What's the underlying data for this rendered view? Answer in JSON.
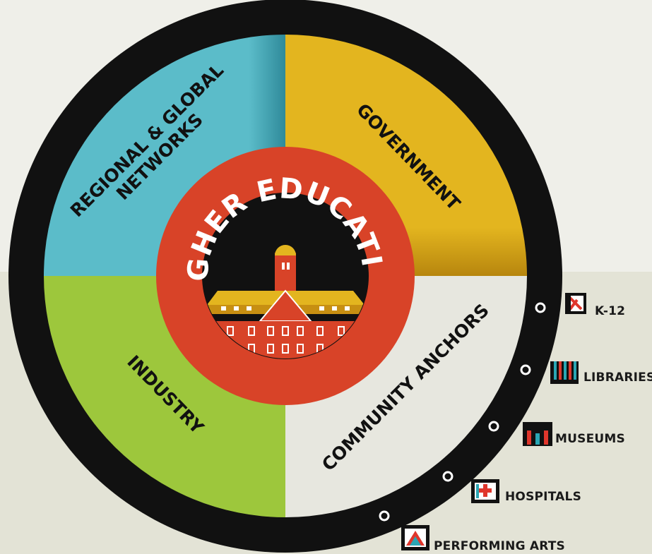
{
  "center": {
    "title": "HIGHER EDUCATION"
  },
  "quadrants": {
    "regional_networks": {
      "line1": "REGIONAL & GLOBAL",
      "line2": "NETWORKS"
    },
    "government": {
      "label": "GOVERNMENT"
    },
    "industry": {
      "label": "INDUSTRY"
    },
    "community_anchors": {
      "label": "COMMUNITY ANCHORS"
    }
  },
  "community_anchor_items": [
    {
      "label": "K-12",
      "icon": "k12-icon"
    },
    {
      "label": "LIBRARIES",
      "icon": "libraries-icon"
    },
    {
      "label": "MUSEUMS",
      "icon": "museums-icon"
    },
    {
      "label": "HOSPITALS",
      "icon": "hospitals-icon"
    },
    {
      "label": "PERFORMING ARTS",
      "icon": "performing-arts-icon"
    }
  ],
  "colors": {
    "regional_networks": "#5bbcc9",
    "government": "#e3b51f",
    "industry": "#9dc73c",
    "community_anchors": "#e7e7df",
    "center_ring": "#d84328",
    "outer_ring": "#111111",
    "accent_red": "#e0362c",
    "accent_teal": "#2aa6b4"
  }
}
